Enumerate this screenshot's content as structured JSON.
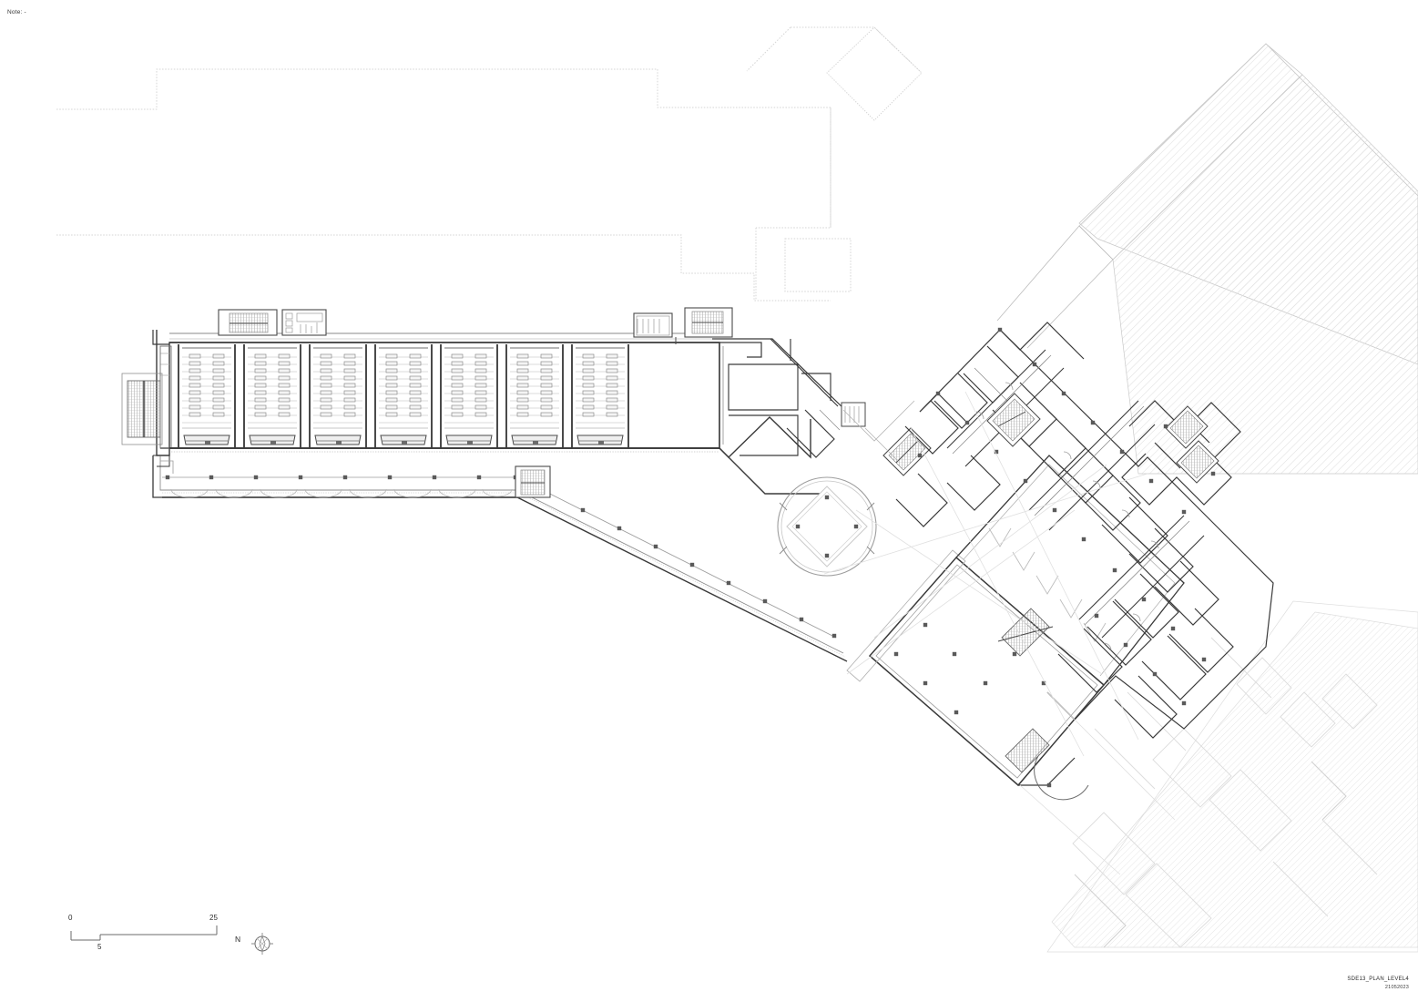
{
  "sheet": {
    "note_label": "Note: -",
    "title_line1": "SDE13_PLAN_LEVEL4",
    "title_line2": "21052023",
    "background_color": "#ffffff",
    "line_color": "#3a3a3a",
    "light_line_color": "#b9b9b9",
    "hatch_color": "#e2e2e2"
  },
  "scale_bar": {
    "start_label": "0",
    "mid_label": "5",
    "end_label": "25",
    "unit_implied": "m"
  },
  "north_arrow": {
    "label": "N"
  },
  "drawing": {
    "type": "architectural-floor-plan",
    "level": "Level 4",
    "orientation_note": "north arrow at bottom right of scale bar",
    "wings": [
      {
        "name": "lecture-hall-wing",
        "description": "Long horizontal bar with repeated lecture theatre bays, tiered seating rows and front platform",
        "bay_count": 7,
        "seat_rows_per_bay": 10
      },
      {
        "name": "arcade-corridor",
        "description": "Colonnaded arcade along south edge of lecture wing with regularly spaced square columns and arched openings",
        "column_count": 9
      },
      {
        "name": "diagonal-link",
        "description": "45 degree angled connector block joining lecture wing to eastern academic block"
      },
      {
        "name": "circular-atrium",
        "description": "Circular drum with inscribed diamond structure and four columns"
      },
      {
        "name": "east-academic-block",
        "description": "Rotated 45 degree cellular block of offices, seminar rooms, stairs and service cores"
      },
      {
        "name": "great-hall",
        "description": "Large rectangular column-free hall with perimeter columns and stair access"
      }
    ],
    "context": [
      {
        "name": "north-site-outline",
        "style": "fine dotted"
      },
      {
        "name": "northeast-context-building",
        "style": "diagonal hatch"
      },
      {
        "name": "southeast-context-building",
        "style": "diagonal hatch with ghosted room outlines"
      }
    ]
  }
}
